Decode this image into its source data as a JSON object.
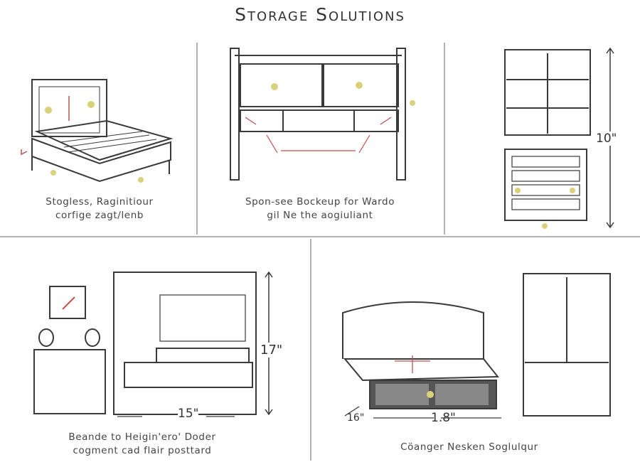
{
  "title": "Storage Solutions",
  "panels": [
    {
      "caption_line1": "Stogless, Raginitiour",
      "caption_line2": "corfige zagt/lenb"
    },
    {
      "caption_line1": "Spon-see Bockeup for Wardo",
      "caption_line2": "gil Ne the aogiuliant"
    },
    {
      "dimension": "10\""
    },
    {
      "caption_line1": "Beande to Heigin'ero' Doder",
      "caption_line2": "cogment cad flair posttard",
      "dim_height": "17\"",
      "dim_width": "15\""
    },
    {
      "caption_line1": "Cöanger Nesken Soglulqur",
      "dim_depth": "16\"",
      "dim_width": "1.8\""
    }
  ],
  "colors": {
    "line": "#3a3a3a",
    "accent_red": "#c0504d",
    "accent_yellow": "#d9d27a"
  }
}
